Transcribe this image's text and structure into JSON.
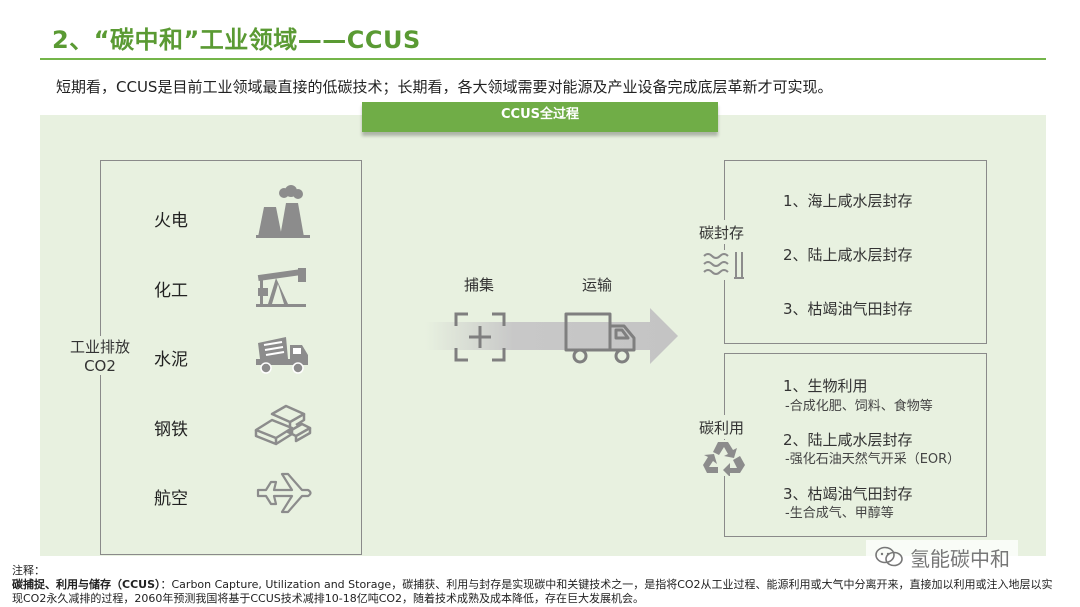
{
  "header": {
    "title": "2、“碳中和”工业领域——CCUS",
    "subtitle": "短期看，CCUS是目前工业领域最直接的低碳技术；长期看，各大领域需要对能源及产业设备完成底层革新才可实现。"
  },
  "diagram": {
    "banner": "CCUS全过程",
    "source_label": [
      "工业排放",
      "CO2"
    ],
    "sources": [
      {
        "label": "火电",
        "icon": "power-plant-icon"
      },
      {
        "label": "化工",
        "icon": "oil-pump-icon"
      },
      {
        "label": "水泥",
        "icon": "cement-truck-icon"
      },
      {
        "label": "钢铁",
        "icon": "steel-bars-icon"
      },
      {
        "label": "航空",
        "icon": "airplane-icon"
      }
    ],
    "flow": [
      {
        "label": "捕集",
        "icon": "capture-icon"
      },
      {
        "label": "运输",
        "icon": "truck-icon"
      }
    ],
    "storage": {
      "title": "碳封存",
      "icon": "water-storage-icon",
      "items": [
        "1、海上咸水层封存",
        "2、陆上咸水层封存",
        "3、枯竭油气田封存"
      ]
    },
    "utilization": {
      "title": "碳利用",
      "icon": "recycle-icon",
      "items": [
        {
          "title": "1、生物利用",
          "detail": "-合成化肥、饲料、食物等"
        },
        {
          "title": "2、陆上咸水层封存",
          "detail": "-强化石油天然气开采（EOR）"
        },
        {
          "title": "3、枯竭油气田封存",
          "detail": "-生合成气、甲醇等"
        }
      ]
    }
  },
  "notes": {
    "label": "注释：",
    "term": "碳捕捉、利用与储存（CCUS）",
    "line1": "：Carbon Capture, Utilization and Storage，碳捕获、利用与封存是实现碳中和关键技术之一，是指将CO2从工业过程、能源利用或大气中分离开来，直接加以利用或注入地层以实",
    "line2": "现CO2永久减排的过程，2060年预测我国将基于CCUS技术减排10-18亿吨CO2，随着技术成熟及成本降低，存在巨大发展机会。"
  },
  "watermark": "氢能碳中和",
  "colors": {
    "accent": "#70ad47",
    "title": "#5a9a33",
    "panel": "#e8f1e0",
    "icon": "#8c8c8c"
  }
}
